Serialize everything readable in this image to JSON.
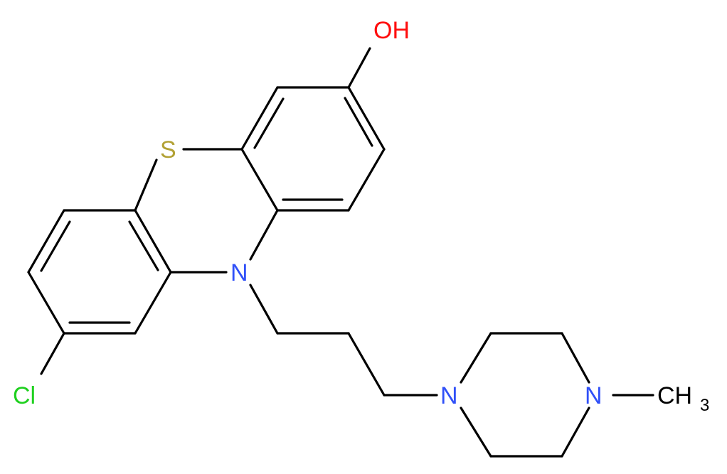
{
  "molecule": {
    "atoms": {
      "hydroxyl": {
        "label": "OH",
        "color": "#ff0d0d"
      },
      "sulfur": {
        "label": "S",
        "color": "#b2a134"
      },
      "ring_nitrogen": {
        "label": "N",
        "color": "#3050f8"
      },
      "chlorine": {
        "label": "Cl",
        "color": "#1fd01f"
      },
      "piperazine_n1": {
        "label": "N",
        "color": "#3050f8"
      },
      "piperazine_n4": {
        "label": "N",
        "color": "#3050f8"
      },
      "methyl": {
        "label": "CH",
        "subscript": "3",
        "color": "#000000"
      }
    },
    "bond_color": "#000000"
  }
}
